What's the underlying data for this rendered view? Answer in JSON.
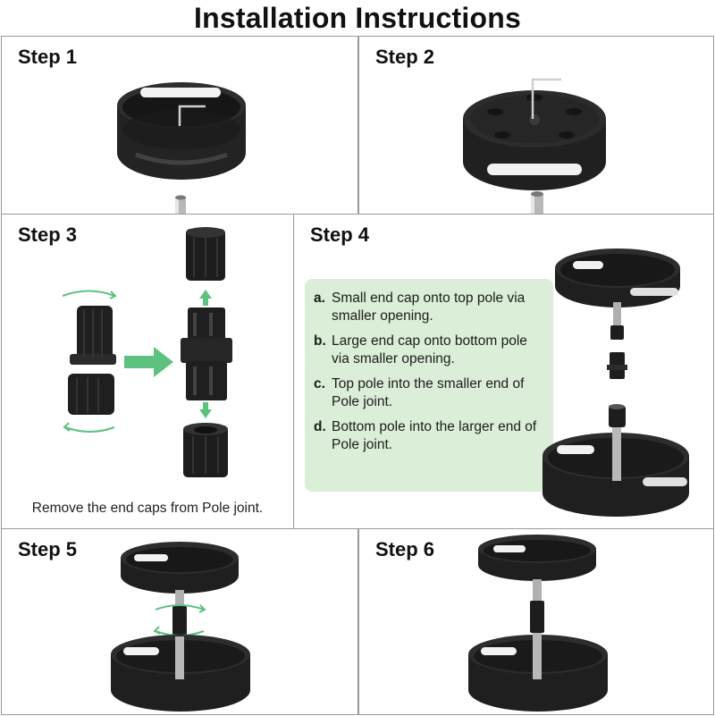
{
  "title": "Installation Instructions",
  "steps": [
    {
      "label": "Step 1"
    },
    {
      "label": "Step 2"
    },
    {
      "label": "Step 3",
      "caption": "Remove the end caps from Pole joint."
    },
    {
      "label": "Step 4",
      "instructions": [
        {
          "letter": "a.",
          "text": "Small end cap onto top pole via smaller opening."
        },
        {
          "letter": "b.",
          "text": "Large end cap onto bottom pole via smaller opening."
        },
        {
          "letter": "c.",
          "text": "Top pole into the smaller end of Pole joint."
        },
        {
          "letter": "d.",
          "text": "Bottom pole into the larger end of Pole joint."
        }
      ]
    },
    {
      "label": "Step 5"
    },
    {
      "label": "Step 6"
    }
  ],
  "colors": {
    "accent_green": "#5dc280",
    "instruction_bg": "#dbeed7",
    "tray_black": "#1e1e1e",
    "border": "#9a9a9a"
  }
}
